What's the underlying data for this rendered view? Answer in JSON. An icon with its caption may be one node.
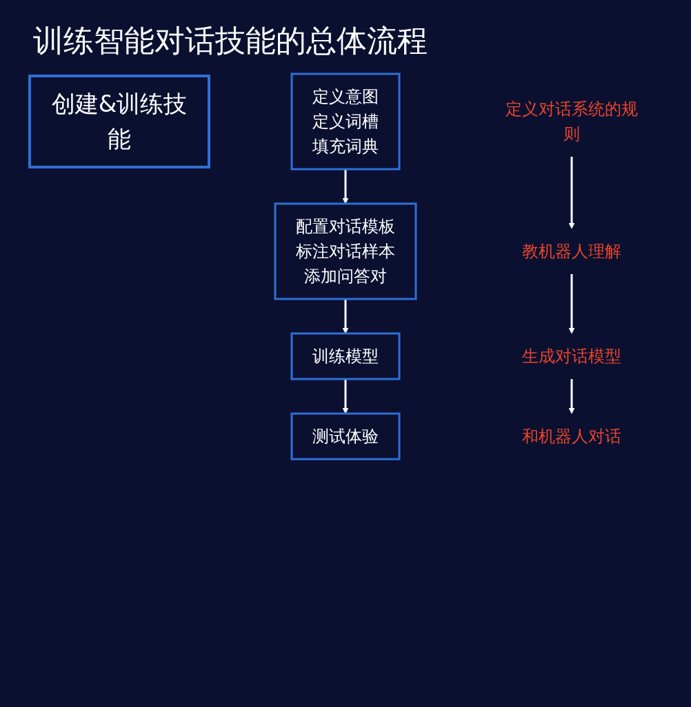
{
  "diagram": {
    "title": "训练智能对话技能的总体流程",
    "nodes": [
      {
        "text": [
          "创建&训练技能"
        ]
      },
      {
        "text": [
          "定义意图",
          "定义词槽",
          "填充词典"
        ]
      },
      {
        "text": [
          "配置对话模板",
          "标注对话样本",
          "添加问答对"
        ]
      },
      {
        "text": [
          "训练模型"
        ]
      },
      {
        "text": [
          "测试体验"
        ]
      },
      {
        "text": [
          "定义对话系统的规则"
        ]
      },
      {
        "text": [
          "教机器人理解"
        ]
      },
      {
        "text": [
          "生成对话模型"
        ]
      },
      {
        "text": [
          "和机器人对话"
        ]
      }
    ],
    "edges": [
      {
        "from": 1,
        "to": 2,
        "arrow": "to"
      },
      {
        "from": 2,
        "to": 3,
        "arrow": "to"
      },
      {
        "from": 3,
        "to": 4,
        "arrow": "to"
      },
      {
        "from": 5,
        "to": 6,
        "arrow": "to"
      },
      {
        "from": 6,
        "to": 7,
        "arrow": "to"
      },
      {
        "from": 7,
        "to": 8,
        "arrow": "to"
      }
    ]
  }
}
